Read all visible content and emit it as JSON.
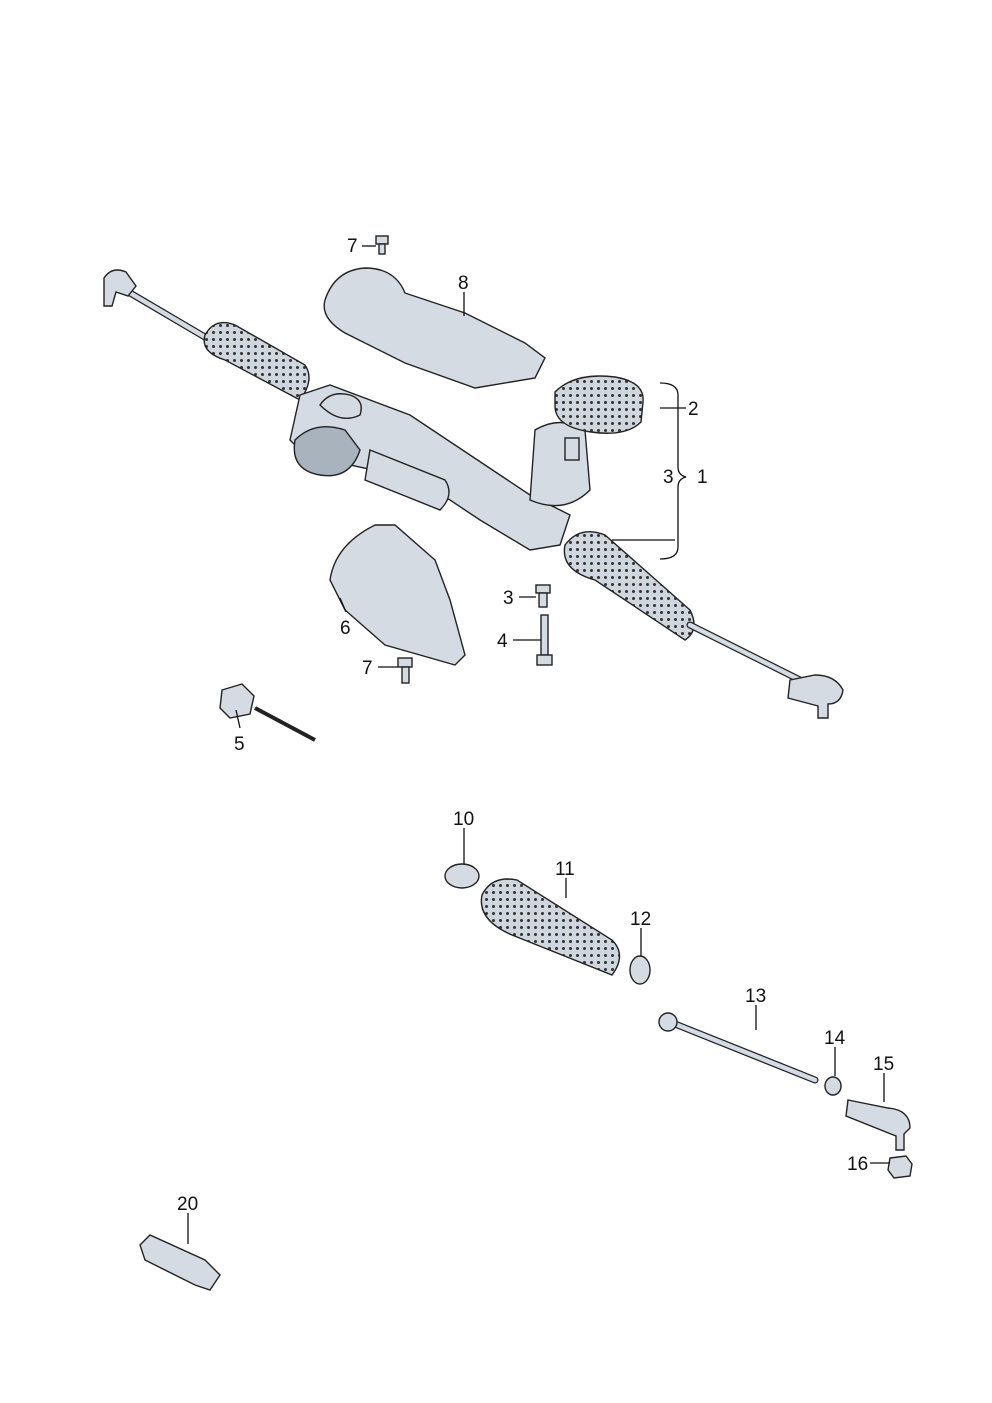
{
  "diagram": {
    "title": "Steering rack assembly exploded view",
    "callouts": [
      {
        "id": "c7a",
        "text": "7"
      },
      {
        "id": "c8",
        "text": "8"
      },
      {
        "id": "c2",
        "text": "2"
      },
      {
        "id": "c3a",
        "text": "3"
      },
      {
        "id": "c1",
        "text": "1"
      },
      {
        "id": "c3b",
        "text": "3"
      },
      {
        "id": "c4",
        "text": "4"
      },
      {
        "id": "c6",
        "text": "6"
      },
      {
        "id": "c7b",
        "text": "7"
      },
      {
        "id": "c5",
        "text": "5"
      },
      {
        "id": "c10",
        "text": "10"
      },
      {
        "id": "c11",
        "text": "11"
      },
      {
        "id": "c12",
        "text": "12"
      },
      {
        "id": "c13",
        "text": "13"
      },
      {
        "id": "c14",
        "text": "14"
      },
      {
        "id": "c15",
        "text": "15"
      },
      {
        "id": "c16",
        "text": "16"
      },
      {
        "id": "c20",
        "text": "20"
      }
    ],
    "colors": {
      "part": "#d5dbe2",
      "shade": "#a9b3bd",
      "line": "#222222"
    }
  }
}
